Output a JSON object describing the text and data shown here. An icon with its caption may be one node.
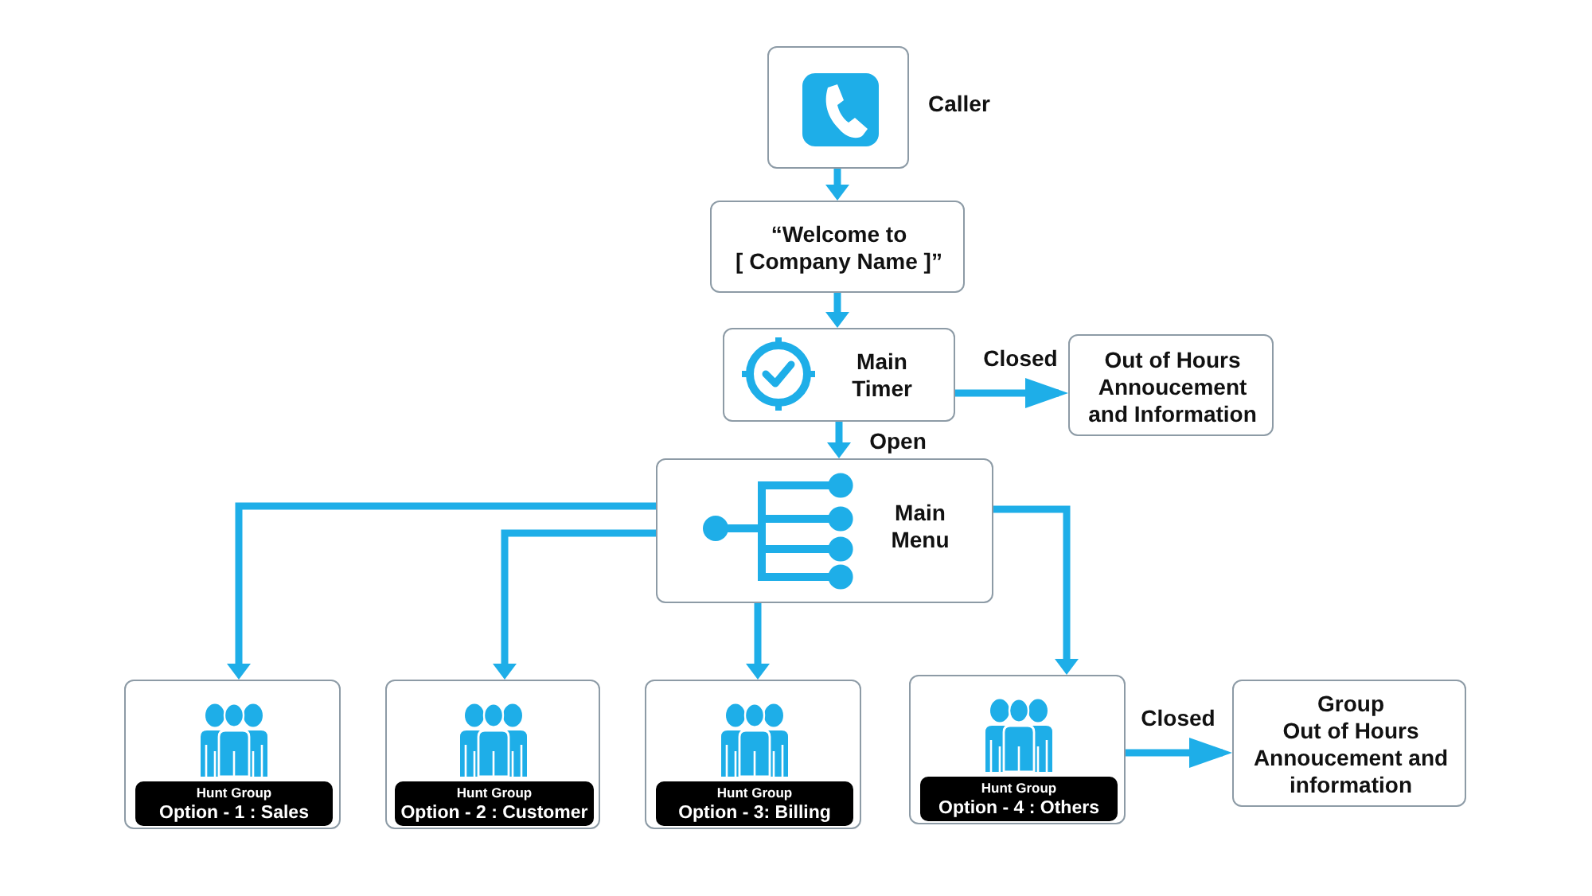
{
  "diagram": {
    "nodes": [
      {
        "text": [
          "Caller"
        ]
      },
      {
        "text": [
          "“Welcome to [ Company Name ]”"
        ]
      },
      {
        "text": [
          "Main Timer"
        ]
      },
      {
        "text": [
          "Out of Hours Annoucement and Information"
        ]
      },
      {
        "text": [
          "Main Menu"
        ]
      },
      {
        "text": [],
        "shape": "box"
      },
      {
        "text": [
          "Hunt Group",
          "Option - 1 : Sales"
        ],
        "in": 5
      },
      {
        "text": [],
        "shape": "box"
      },
      {
        "text": [
          "Hunt Group",
          "Option - 2 : Customer"
        ],
        "in": 7
      },
      {
        "text": [],
        "shape": "box"
      },
      {
        "text": [
          "Hunt Group",
          "Option - 3: Billing"
        ],
        "in": 9
      },
      {
        "text": [],
        "shape": "box"
      },
      {
        "text": [
          "Hunt Group",
          "Option - 4 : Others"
        ],
        "in": 11
      },
      {
        "text": [
          "Group Out of Hours Annoucement and information"
        ]
      }
    ],
    "edges": [
      {
        "from": 0,
        "to": 1,
        "arrow": "to"
      },
      {
        "from": 1,
        "to": 2,
        "arrow": "to"
      },
      {
        "from": 2,
        "to": 3,
        "arrow": "to",
        "label": "Closed"
      },
      {
        "from": 2,
        "to": 4,
        "arrow": "to",
        "label": "Open"
      },
      {
        "from": 4,
        "to": 5,
        "arrow": "to"
      },
      {
        "from": 4,
        "to": 7,
        "arrow": "to"
      },
      {
        "from": 4,
        "to": 9,
        "arrow": "to"
      },
      {
        "from": 4,
        "to": 11,
        "arrow": "to"
      },
      {
        "from": 11,
        "to": 13,
        "arrow": "to",
        "label": "Closed"
      }
    ]
  }
}
